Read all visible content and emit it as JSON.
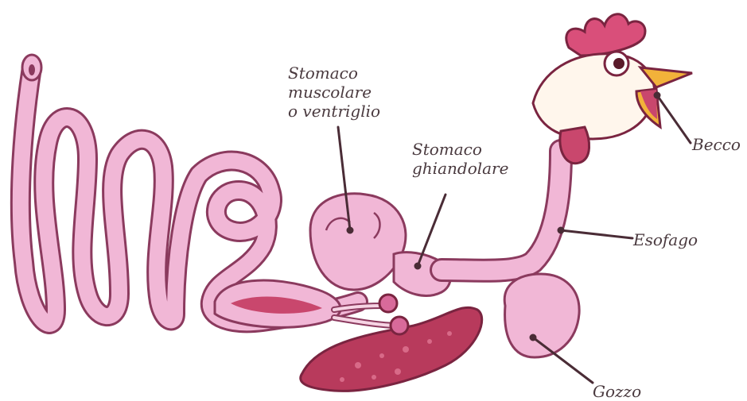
{
  "labels": {
    "ventriglio": [
      "Stomaco",
      "muscolare",
      "o ventriglio"
    ],
    "ghiandolare": [
      "Stomaco",
      "ghiandolare"
    ],
    "becco": "Becco",
    "esofago": "Esofago",
    "gozzo": "Gozzo"
  },
  "colors": {
    "intestine": "#f1b7d6",
    "intestine_outline": "#8b3a5e",
    "liver": "#b83a5c",
    "comb": "#d94f7a",
    "beak": "#f2b23a",
    "leader_line": "#4a2c36",
    "label_text": "#4a3a3f"
  }
}
